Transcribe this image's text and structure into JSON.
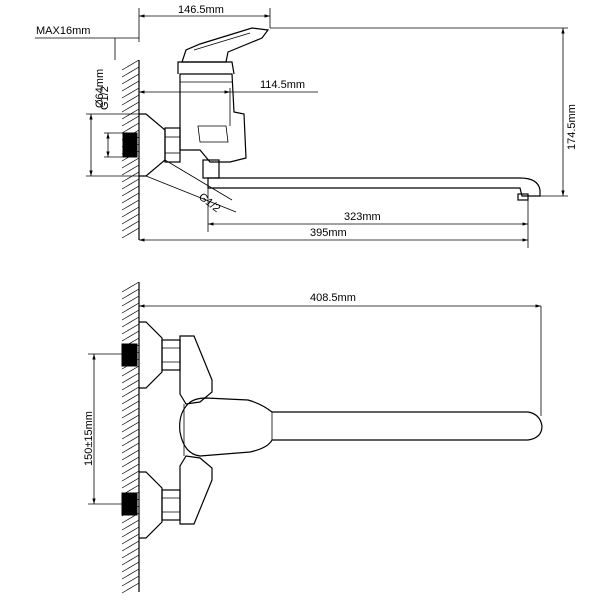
{
  "dimensions": {
    "top_width": "146.5mm",
    "max_offset": "MAX16mm",
    "diameter": "Ø64mm",
    "thread_top": "G1/2",
    "outlet_offset": "114.5mm",
    "height": "174.5mm",
    "thread_bottom": "G1/2",
    "spout_reach": "323mm",
    "overall_length": "395mm",
    "plan_length": "408.5mm",
    "center_distance": "150±15mm"
  }
}
